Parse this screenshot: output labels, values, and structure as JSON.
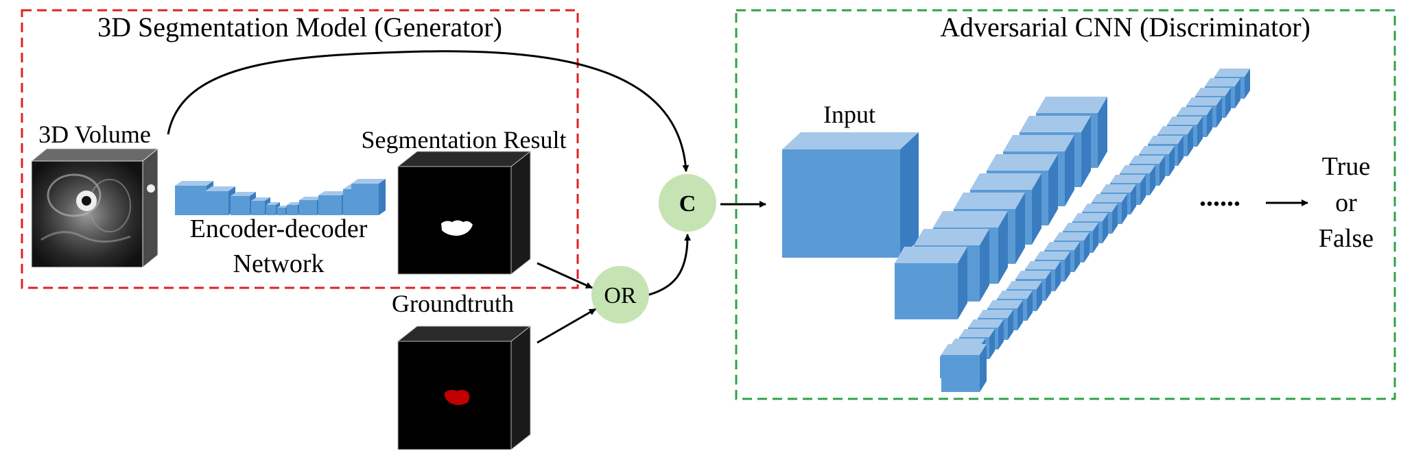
{
  "generator": {
    "title": "3D Segmentation Model (Generator)",
    "frame_color": "#e02020",
    "volume_label": "3D Volume",
    "network_label_line1": "Encoder-decoder",
    "network_label_line2": "Network",
    "segmentation_label": "Segmentation Result",
    "groundtruth_label": "Groundtruth"
  },
  "nodes": {
    "or_label": "OR",
    "concat_label": "C",
    "node_color": "#c6e3b4"
  },
  "discriminator": {
    "title": "Adversarial CNN (Discriminator)",
    "frame_color": "#2ea24a",
    "input_label": "Input",
    "ellipsis": "......",
    "output_line1": "True",
    "output_line2": "or",
    "output_line3": "False"
  },
  "colors": {
    "block_front": "#5b9bd5",
    "block_top": "#a5c8ea",
    "block_side": "#3a7cc0",
    "mask_white": "#ffffff",
    "mask_red": "#c00000"
  }
}
